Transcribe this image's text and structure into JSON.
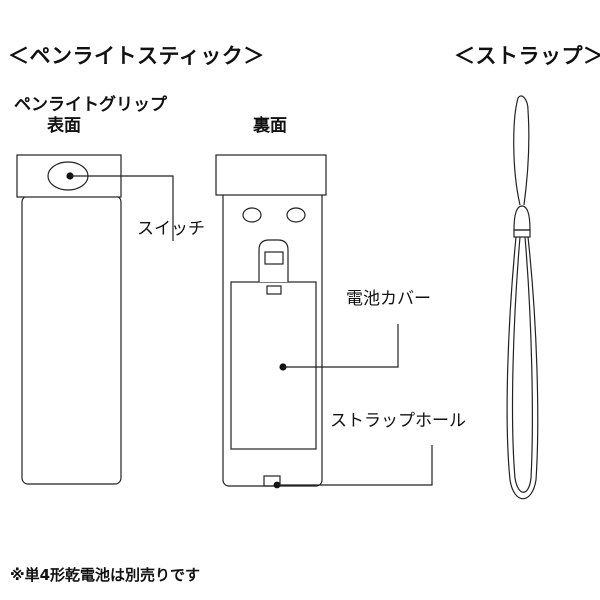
{
  "headings": {
    "penlight_stick": "＜ペンライトスティック＞",
    "strap": "＜ストラップ＞"
  },
  "labels": {
    "grip_name": "ペンライトグリップ",
    "front": "表面",
    "back": "裏面",
    "switch": "スイッチ",
    "battery_cover": "電池カバー",
    "strap_hole": "ストラップホール"
  },
  "note": "※単4形乾電池は別売りです"
}
